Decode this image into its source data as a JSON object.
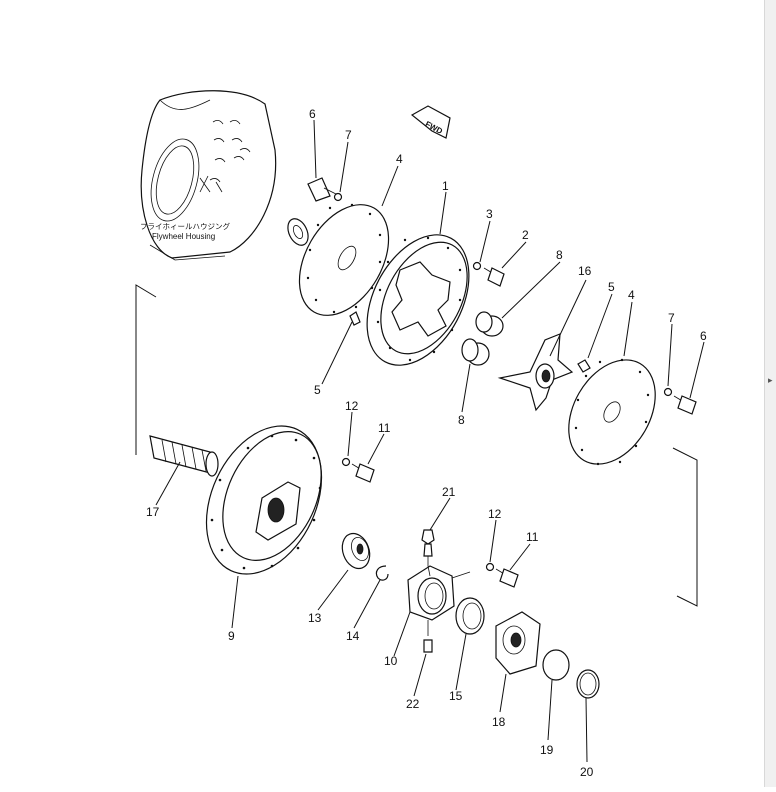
{
  "diagram": {
    "flywheel_housing": {
      "label_jp": "フライホィールハウジング",
      "label_en": "Flywheel Housing"
    },
    "direction_marker": "FWD",
    "callouts": [
      "6",
      "7",
      "4",
      "1",
      "3",
      "2",
      "8",
      "16",
      "5",
      "4",
      "7",
      "6",
      "5",
      "8",
      "12",
      "11",
      "17",
      "9",
      "21",
      "12",
      "11",
      "13",
      "14",
      "10",
      "22",
      "15",
      "18",
      "19",
      "20"
    ]
  }
}
